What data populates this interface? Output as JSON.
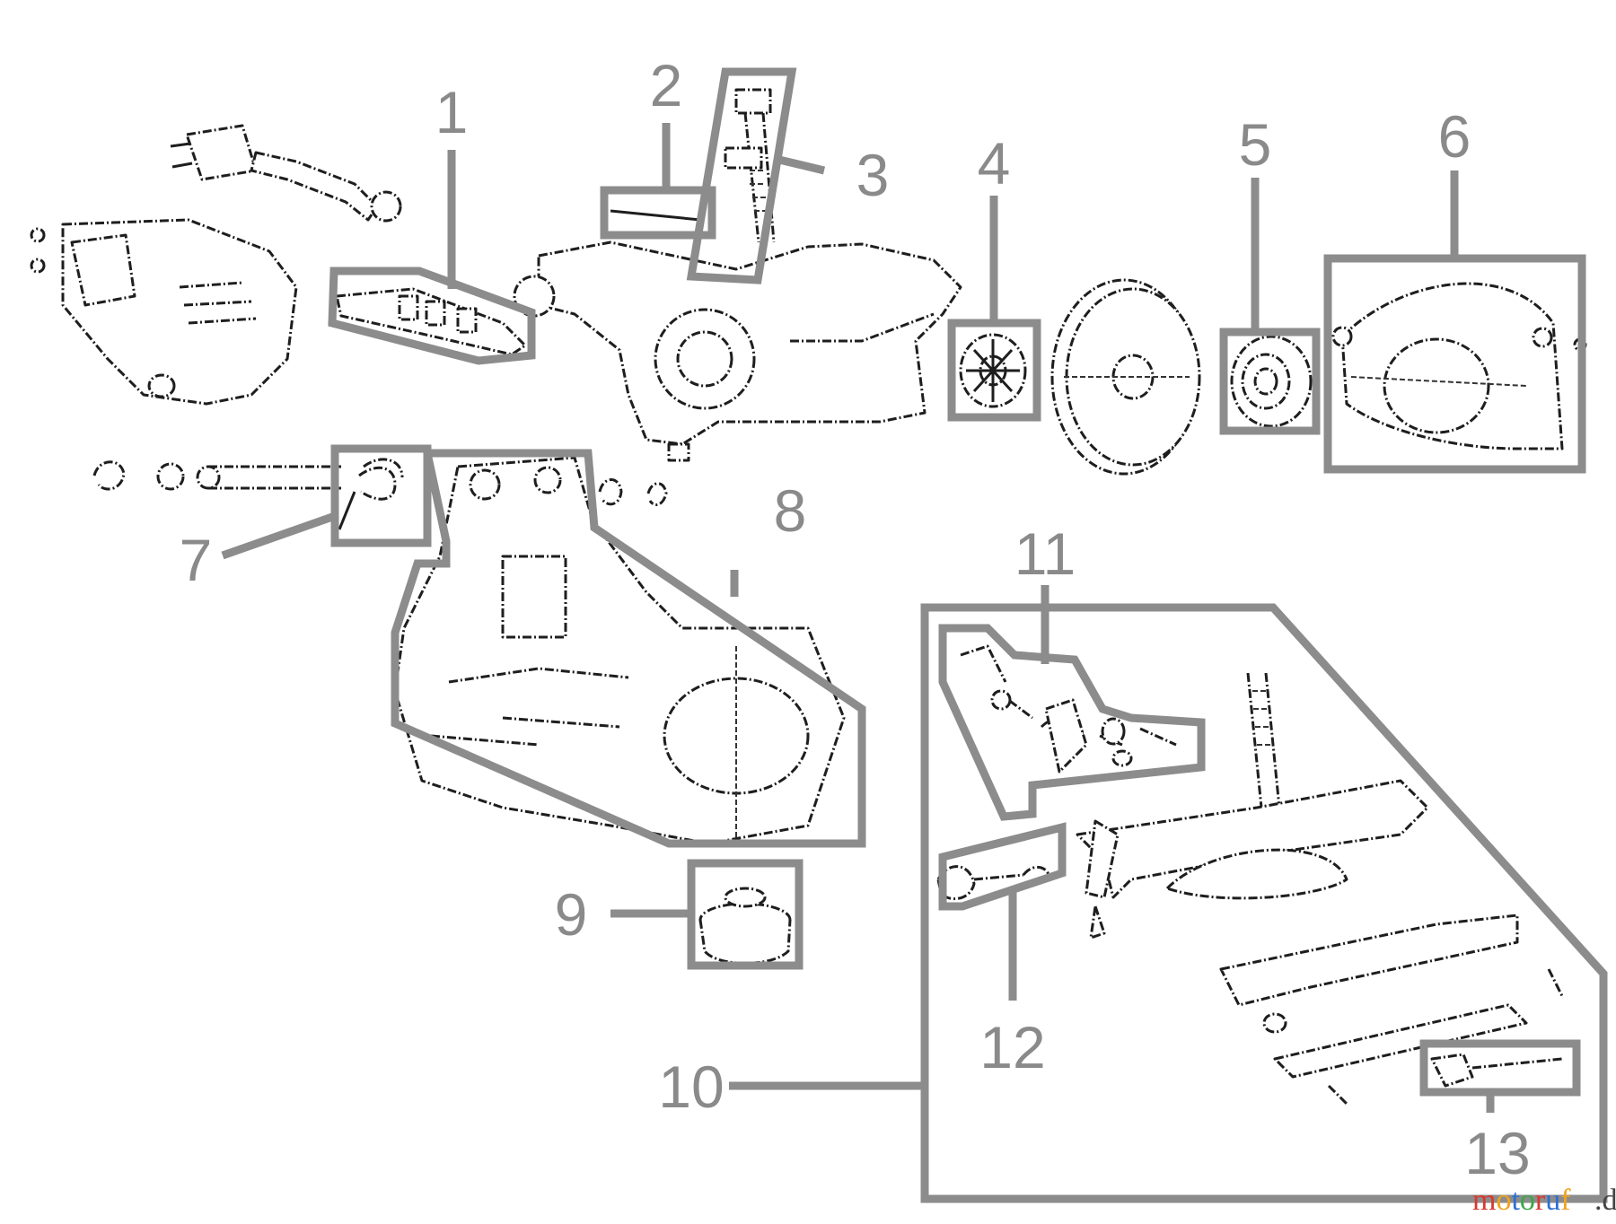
{
  "diagram": {
    "callouts": [
      "1",
      "2",
      "3",
      "4",
      "5",
      "6",
      "7",
      "8",
      "9",
      "10",
      "11",
      "12",
      "13"
    ]
  },
  "watermark": {
    "text": "motoruf",
    "suffix": ".de",
    "letter_colors": [
      "#d9382f",
      "#f2a21b",
      "#2d6fd1",
      "#38a846",
      "#d9382f",
      "#2d6fd1",
      "#f2a21b"
    ]
  }
}
